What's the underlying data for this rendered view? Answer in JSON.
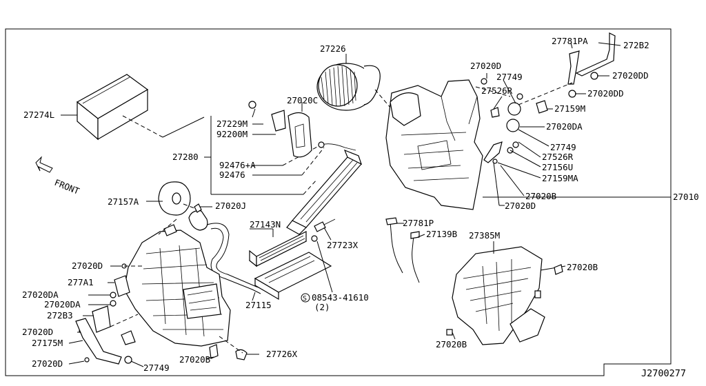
{
  "diagram": {
    "front_label": "FRONT",
    "drawing_number": "J2700277",
    "bolt_note": "(2)",
    "labels": {
      "l27226": "27226",
      "l27020D_top": "27020D",
      "l27749_top": "27749",
      "l27526R_top": "27526R",
      "l27781PA": "27781PA",
      "l272B2": "272B2",
      "l27020DD_1": "27020DD",
      "l27020DD_2": "27020DD",
      "l27159M": "27159M",
      "l27020DA_r": "27020DA",
      "l27749_r": "27749",
      "l27526R_r": "27526R",
      "l27156U": "27156U",
      "l27159MA": "27159MA",
      "l27020B_r": "27020B",
      "l27020D_r": "27020D",
      "l27010": "27010",
      "l27274L": "27274L",
      "l27020C": "27020C",
      "l27229M": "27229M",
      "l92200M": "92200M",
      "l27280": "27280",
      "l92476A": "92476+A",
      "l92476": "92476",
      "l27157A": "27157A",
      "l27020J": "27020J",
      "l27143N": "27143N",
      "l27723X": "27723X",
      "l27781P": "27781P",
      "l27139B": "27139B",
      "l27385M": "27385M",
      "l27020B_mr": "27020B",
      "l27020D_l1": "27020D",
      "l277A1": "277A1",
      "l27020DA_l1": "27020DA",
      "l27020DA_l2": "27020DA",
      "l272B3": "272B3",
      "l27020D_l2": "27020D",
      "l27175M": "27175M",
      "l27020D_l3": "27020D",
      "l27749_b": "27749",
      "l27020B_b": "27020B",
      "l27726X": "27726X",
      "l27115": "27115",
      "l08543": "08543-41610",
      "l27020B_br": "27020B"
    }
  }
}
